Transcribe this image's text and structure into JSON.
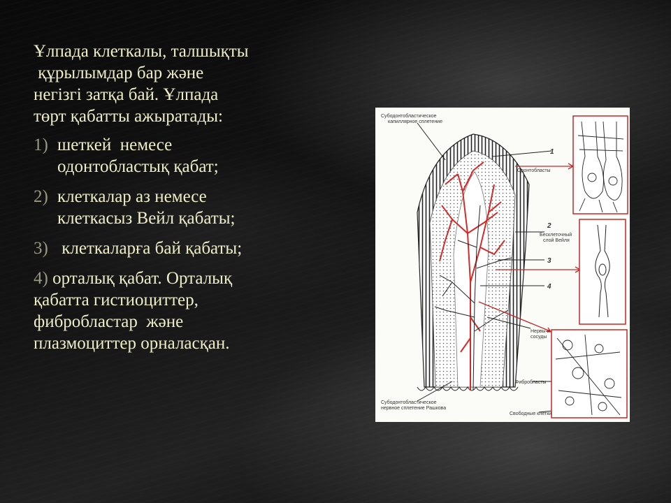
{
  "slide": {
    "intro_lines": [
      "Ұлпада клеткалы, талшықты",
      " құрылымдар бар және",
      "негізгі затқа бай. Ұлпада",
      "төрт қабатты ажыратады:"
    ],
    "items": [
      {
        "num": "1)",
        "lines": [
          "шеткей  немесе",
          "одонтобластық қабат;"
        ]
      },
      {
        "num": "2)",
        "lines": [
          "клеткалар аз немесе",
          "клеткасыз Вейл қабаты;"
        ]
      },
      {
        "num": "3)",
        "lines": [
          " клеткаларға бай қабаты;"
        ]
      },
      {
        "num": "4)",
        "lines": [
          "орталық қабат. Орталық",
          "қабатта гистиоциттер,",
          "фибробластар  және",
          "плазмоциттер орналасқан."
        ]
      }
    ]
  },
  "figure": {
    "top_label_1": "Субодонтобластическое",
    "top_label_2": "капиллярное сплетение",
    "n1": "1",
    "n2": "2",
    "n3": "3",
    "n4": "4",
    "odonto": "Одонтобласты",
    "weil_1": "Бесклеточный",
    "weil_2": "слой Вейля",
    "nerves_1": "Нервы и",
    "nerves_2": "сосуды",
    "fibro": "Фибробласты",
    "bottom_1": "Субодонтобластическое",
    "bottom_2": "нервное сплетение Рашкова",
    "free_cells": "Свободные клетки",
    "colors": {
      "vessel": "#d42a2a",
      "frame": "#c62828",
      "ink": "#222222"
    }
  }
}
